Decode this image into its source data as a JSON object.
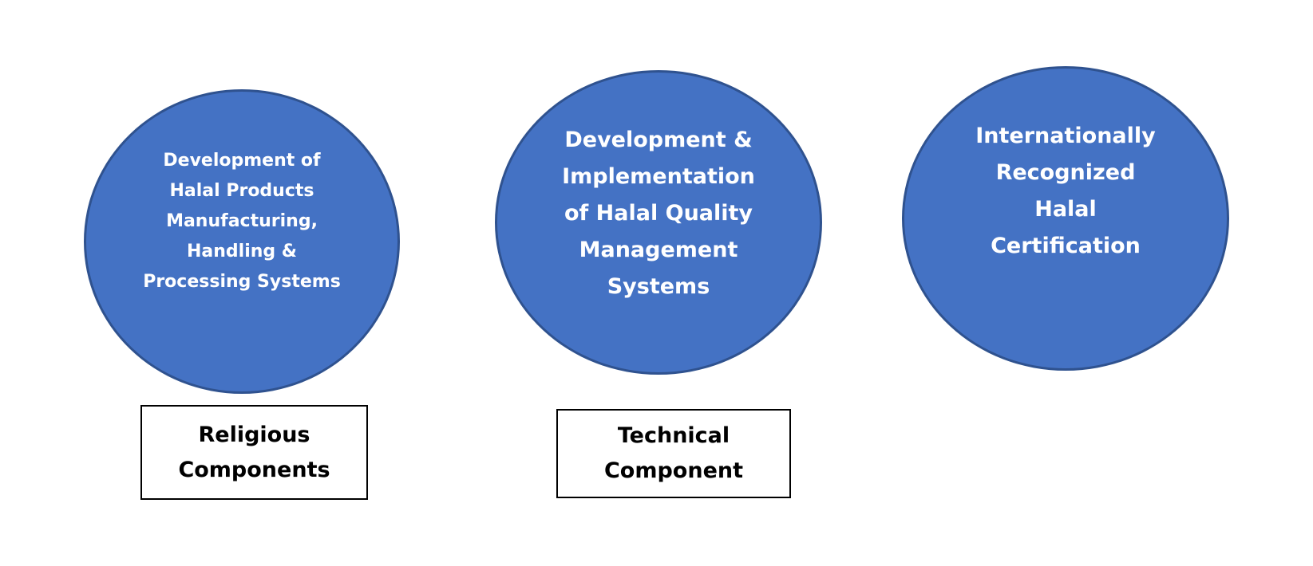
{
  "diagram": {
    "circles": [
      {
        "text": "Development of\nHalal Products\nManufacturing,\nHandling &\nProcessing Systems"
      },
      {
        "text": "Development &\nImplementation\nof Halal Quality\nManagement\nSystems"
      },
      {
        "text": "Internationally\nRecognized\nHalal\nCertification"
      }
    ],
    "labels": [
      {
        "text": "Religious\nComponents"
      },
      {
        "text": "Technical\nComponent"
      }
    ]
  },
  "colors": {
    "circle_fill": "#4472c4",
    "circle_border": "#2f528f",
    "circle_text": "#ffffff",
    "label_border": "#000000",
    "label_text": "#000000"
  }
}
